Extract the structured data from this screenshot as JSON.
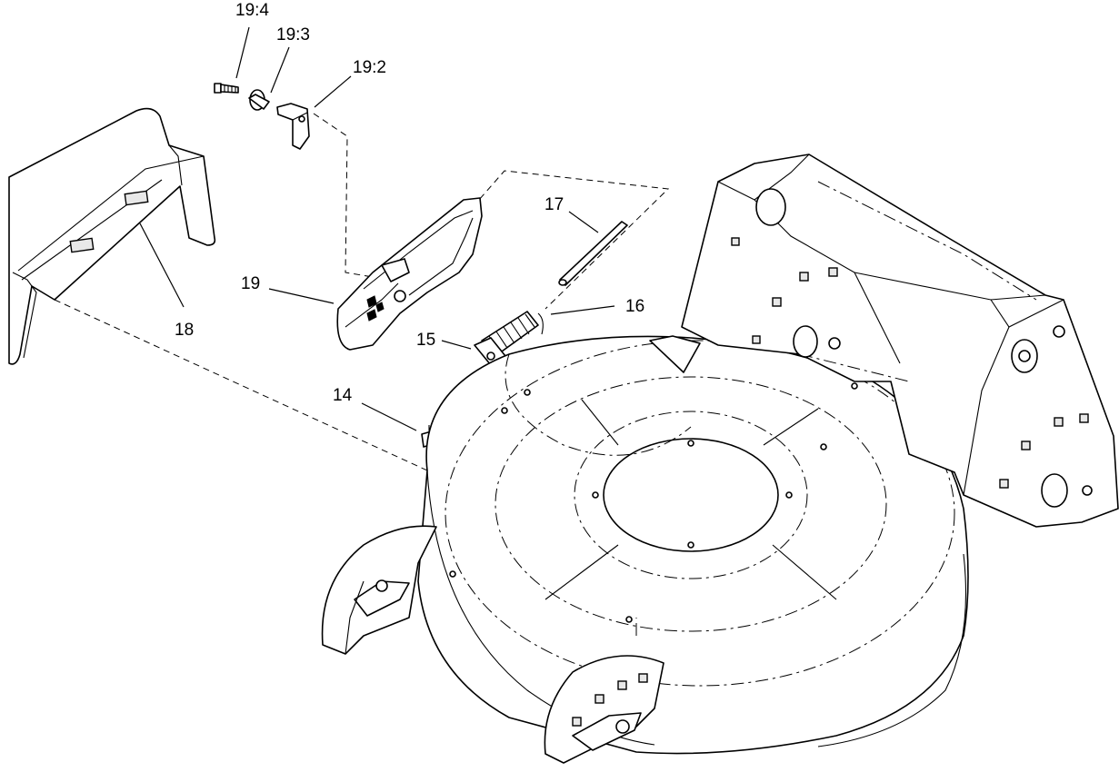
{
  "callouts": [
    {
      "id": "c-19-4",
      "label": "19:4"
    },
    {
      "id": "c-19-3",
      "label": "19:3"
    },
    {
      "id": "c-19-2",
      "label": "19:2"
    },
    {
      "id": "c-17",
      "label": "17"
    },
    {
      "id": "c-19",
      "label": "19"
    },
    {
      "id": "c-16",
      "label": "16"
    },
    {
      "id": "c-18",
      "label": "18"
    },
    {
      "id": "c-15",
      "label": "15"
    },
    {
      "id": "c-14",
      "label": "14"
    }
  ]
}
